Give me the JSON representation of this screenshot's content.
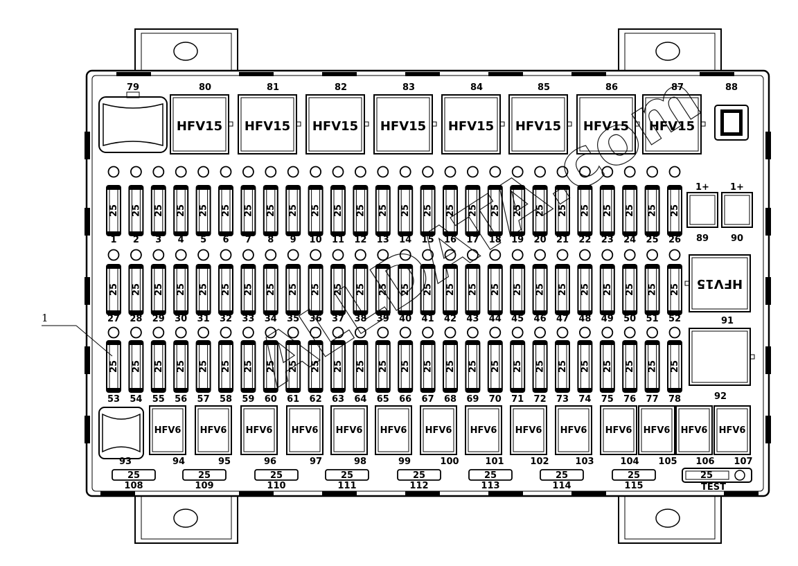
{
  "callout_label": "1",
  "watermark": "ALLDATA.com",
  "fuse_rating": "25",
  "test_label": "TEST",
  "top_relays": [
    {
      "num": "79",
      "text": ""
    },
    {
      "num": "80",
      "text": "HFV15"
    },
    {
      "num": "81",
      "text": "HFV15"
    },
    {
      "num": "82",
      "text": "HFV15"
    },
    {
      "num": "83",
      "text": "HFV15"
    },
    {
      "num": "84",
      "text": "HFV15"
    },
    {
      "num": "85",
      "text": "HFV15"
    },
    {
      "num": "86",
      "text": "HFV15"
    },
    {
      "num": "87",
      "text": "HFV15"
    },
    {
      "num": "88",
      "text": ""
    }
  ],
  "fuse_rows": [
    [
      "1",
      "2",
      "3",
      "4",
      "5",
      "6",
      "7",
      "8",
      "9",
      "10",
      "11",
      "12",
      "13",
      "14",
      "15",
      "16",
      "17",
      "18",
      "19",
      "20",
      "21",
      "22",
      "23",
      "24",
      "25",
      "26"
    ],
    [
      "27",
      "28",
      "29",
      "30",
      "31",
      "32",
      "33",
      "34",
      "35",
      "36",
      "37",
      "38",
      "39",
      "40",
      "41",
      "42",
      "43",
      "44",
      "45",
      "46",
      "47",
      "48",
      "49",
      "50",
      "51",
      "52"
    ],
    [
      "53",
      "54",
      "55",
      "56",
      "57",
      "58",
      "59",
      "60",
      "61",
      "62",
      "63",
      "64",
      "65",
      "66",
      "67",
      "68",
      "69",
      "70",
      "71",
      "72",
      "73",
      "74",
      "75",
      "76",
      "77",
      "78"
    ]
  ],
  "right_relays": [
    {
      "num": "89",
      "text": "1+"
    },
    {
      "num": "90",
      "text": "1+"
    },
    {
      "num": "91",
      "text": "HFV15"
    },
    {
      "num": "92",
      "text": ""
    }
  ],
  "bottom_relays": [
    {
      "num": "93",
      "text": ""
    },
    {
      "num": "94",
      "text": "HFV6"
    },
    {
      "num": "95",
      "text": "HFV6"
    },
    {
      "num": "96",
      "text": "HFV6"
    },
    {
      "num": "97",
      "text": "HFV6"
    },
    {
      "num": "98",
      "text": "HFV6"
    },
    {
      "num": "99",
      "text": "HFV6"
    },
    {
      "num": "100",
      "text": "HFV6"
    },
    {
      "num": "101",
      "text": "HFV6"
    },
    {
      "num": "102",
      "text": "HFV6"
    },
    {
      "num": "103",
      "text": "HFV6"
    },
    {
      "num": "104",
      "text": "HFV6"
    },
    {
      "num": "105",
      "text": "HFV6"
    },
    {
      "num": "106",
      "text": "HFV6"
    },
    {
      "num": "107",
      "text": "HFV6"
    }
  ],
  "maxi_fuses": [
    {
      "num": "108",
      "text": "25"
    },
    {
      "num": "109",
      "text": "25"
    },
    {
      "num": "110",
      "text": "25"
    },
    {
      "num": "111",
      "text": "25"
    },
    {
      "num": "112",
      "text": "25"
    },
    {
      "num": "113",
      "text": "25"
    },
    {
      "num": "114",
      "text": "25"
    },
    {
      "num": "115",
      "text": "25"
    }
  ]
}
